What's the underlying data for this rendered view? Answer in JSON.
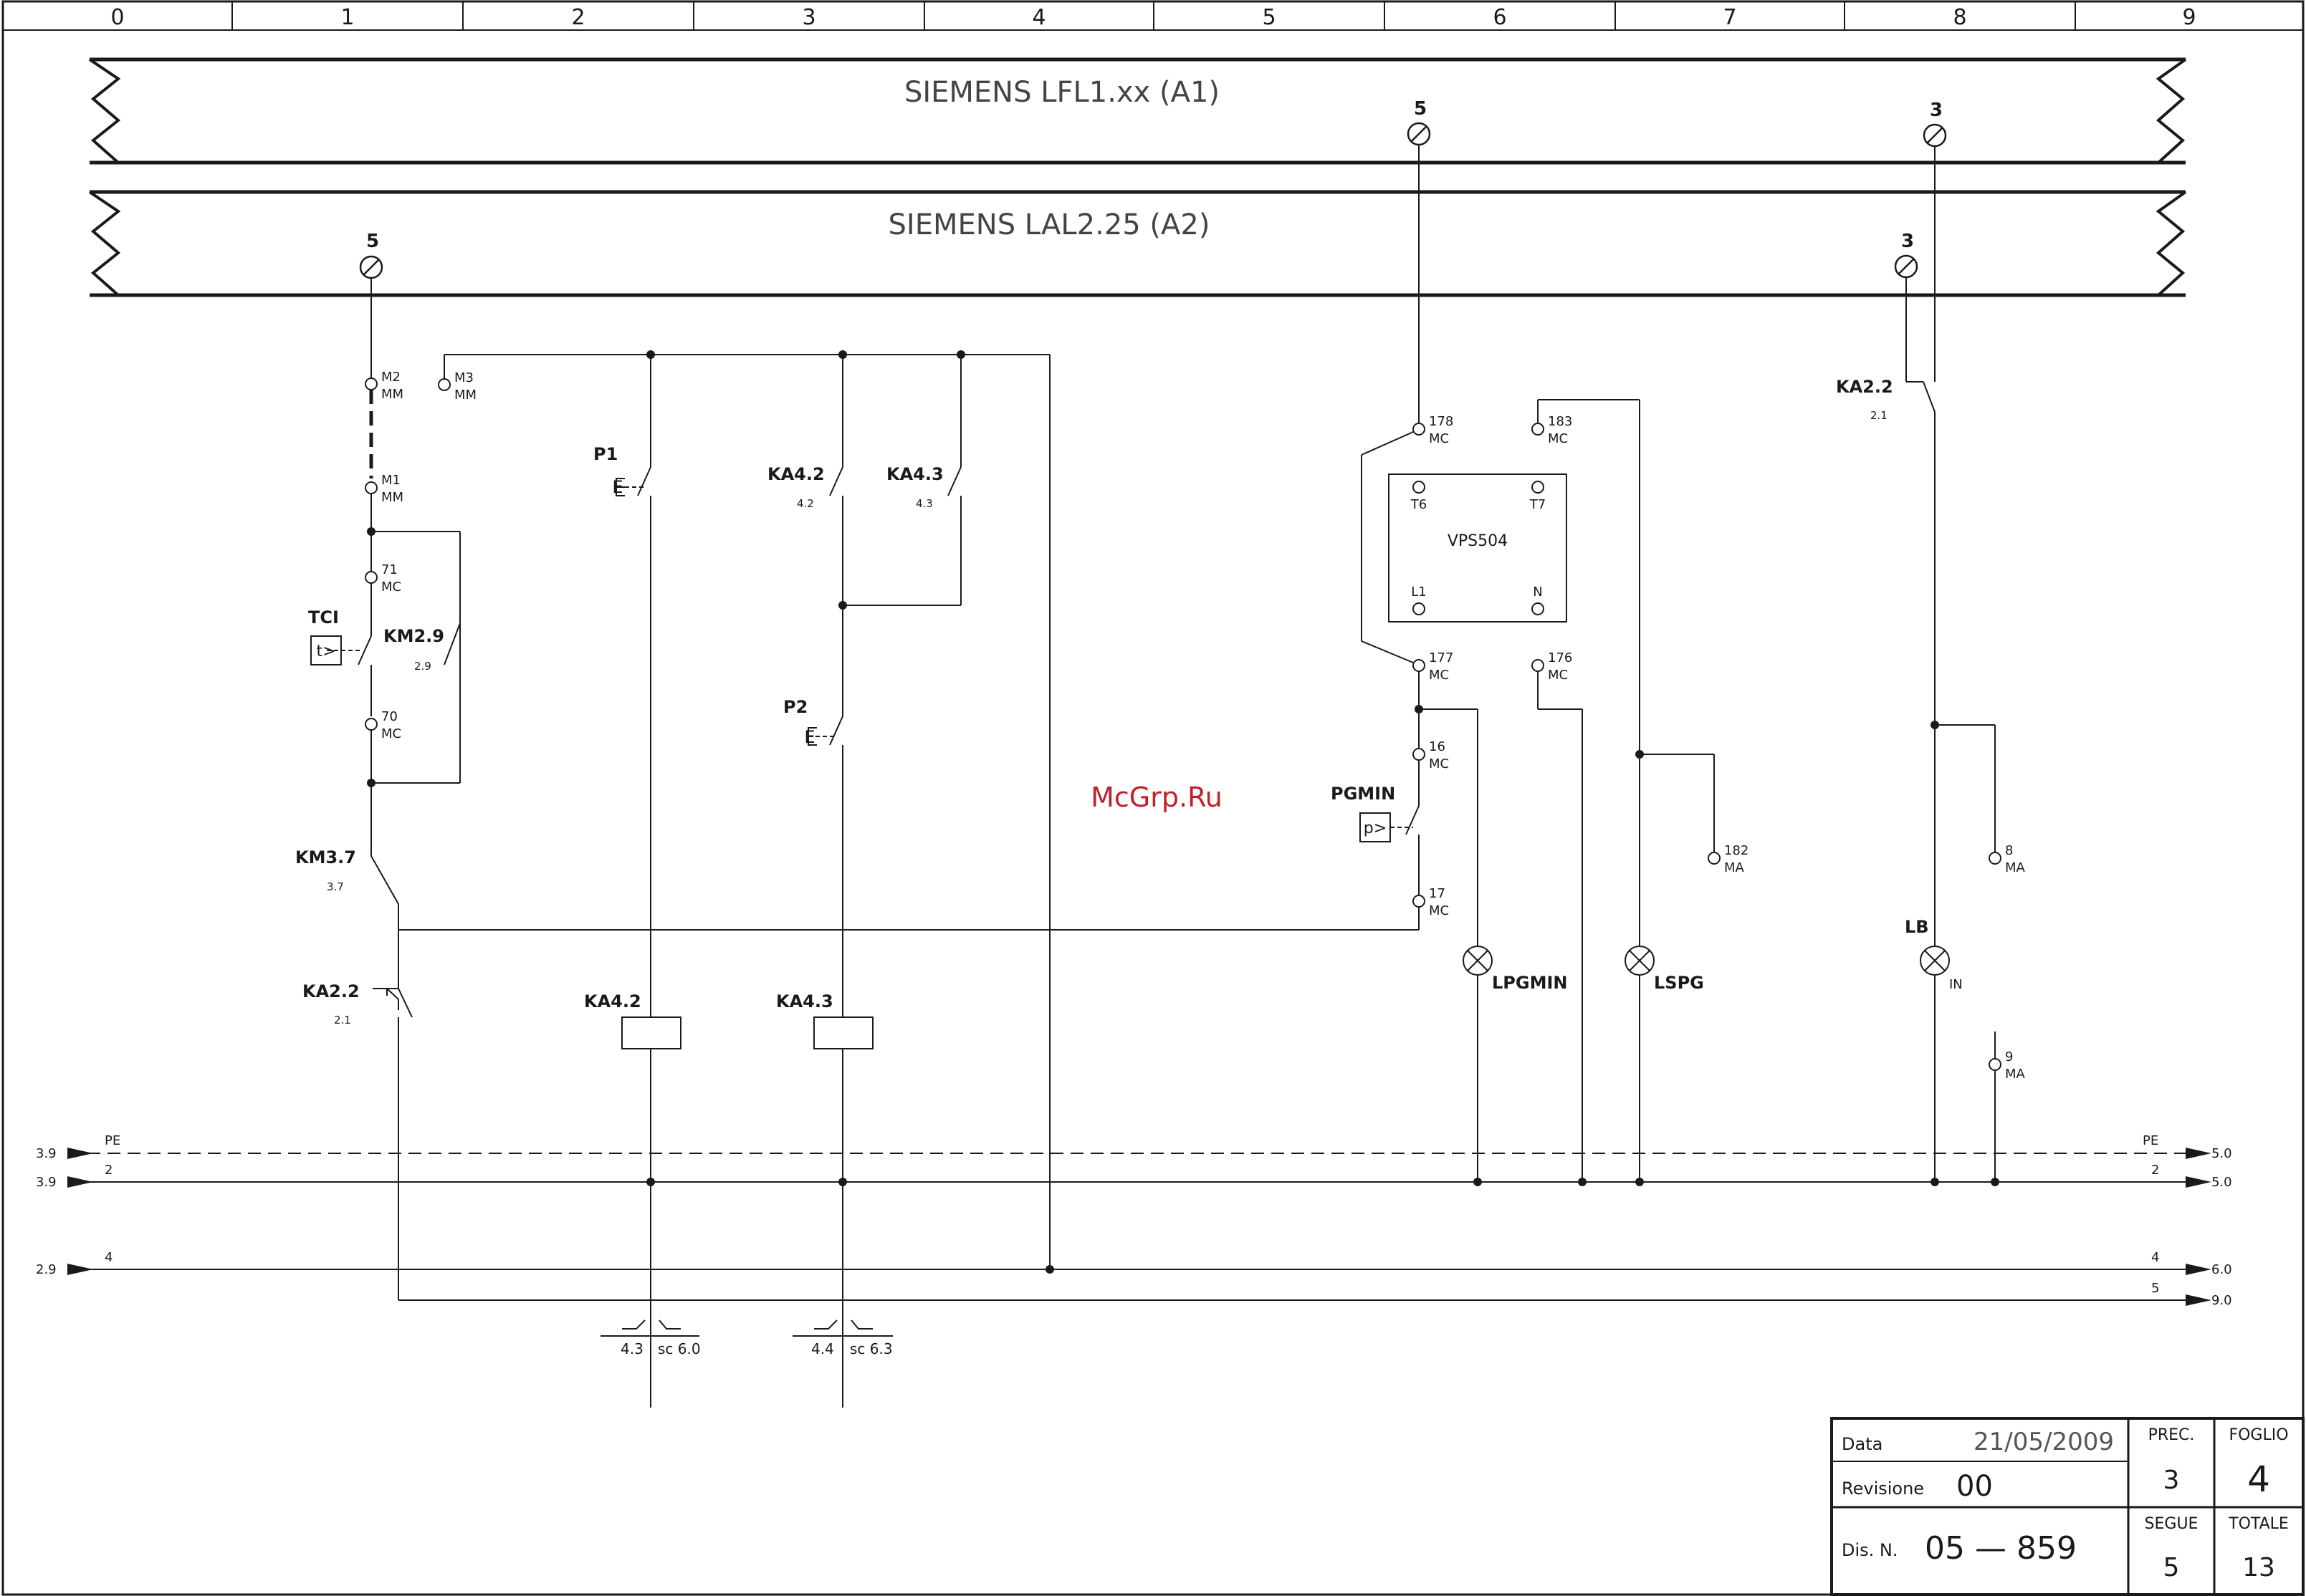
{
  "column_numbers": [
    "0",
    "1",
    "2",
    "3",
    "4",
    "5",
    "6",
    "7",
    "8",
    "9"
  ],
  "module_a1": {
    "title": "SIEMENS LFL1.xx (A1)",
    "terminal_5": "5",
    "terminal_3": "3"
  },
  "module_a2": {
    "title": "SIEMENS LAL2.25 (A2)",
    "terminal_5": "5",
    "terminal_3": "3"
  },
  "terminals": {
    "m2": {
      "num": "M2",
      "sub": "MM"
    },
    "m1": {
      "num": "M1",
      "sub": "MM"
    },
    "m3": {
      "num": "M3",
      "sub": "MM"
    },
    "t71": {
      "num": "71",
      "sub": "MC"
    },
    "t70": {
      "num": "70",
      "sub": "MC"
    },
    "t178": {
      "num": "178",
      "sub": "MC"
    },
    "t183": {
      "num": "183",
      "sub": "MC"
    },
    "t177": {
      "num": "177",
      "sub": "MC"
    },
    "t176": {
      "num": "176",
      "sub": "MC"
    },
    "t16": {
      "num": "16",
      "sub": "MC"
    },
    "t17": {
      "num": "17",
      "sub": "MC"
    },
    "t182": {
      "num": "182",
      "sub": "MA"
    },
    "t8": {
      "num": "8",
      "sub": "MA"
    },
    "t9": {
      "num": "9",
      "sub": "MA"
    }
  },
  "components": {
    "tci": {
      "label": "TCI",
      "symbol": "t>"
    },
    "km29": {
      "label": "KM2.9",
      "ref": "2.9"
    },
    "km37": {
      "label": "KM3.7",
      "ref": "3.7"
    },
    "ka22_left": {
      "label": "KA2.2",
      "ref": "2.1"
    },
    "ka22_right": {
      "label": "KA2.2",
      "ref": "2.1"
    },
    "p1": {
      "label": "P1",
      "symbol": "E"
    },
    "p2": {
      "label": "P2",
      "symbol": "E"
    },
    "ka42_contact": {
      "label": "KA4.2",
      "ref": "4.2"
    },
    "ka43_contact": {
      "label": "KA4.3",
      "ref": "4.3"
    },
    "ka42_coil": {
      "label": "KA4.2"
    },
    "ka43_coil": {
      "label": "KA4.3"
    },
    "pgmin": {
      "label": "PGMIN",
      "symbol": "p>"
    },
    "vps504": {
      "label": "VPS504",
      "t6": "T6",
      "t7": "T7",
      "l1": "L1",
      "n": "N"
    },
    "lpgmin": {
      "label": "LPGMIN"
    },
    "lspg": {
      "label": "LSPG"
    },
    "lb": {
      "label": "LB",
      "sub": "IN"
    }
  },
  "cross_refs": {
    "ka42": {
      "left": "4.3",
      "right": "sc 6.0"
    },
    "ka43": {
      "left": "4.4",
      "right": "sc 6.3"
    }
  },
  "buses": {
    "pe": {
      "from": "3.9",
      "label": "PE",
      "to": "5.0"
    },
    "l2": {
      "from": "3.9",
      "label": "2",
      "to": "5.0"
    },
    "l4": {
      "from": "2.9",
      "label": "4",
      "to": "6.0"
    },
    "l5": {
      "label": "5",
      "to": "9.0"
    }
  },
  "watermark": "McGrp.Ru",
  "title_block": {
    "data_label": "Data",
    "data_value": "21/05/2009",
    "revisione_label": "Revisione",
    "revisione_value": "00",
    "dis_label": "Dis. N.",
    "dis_value": "05 — 859",
    "prec_label": "PREC.",
    "prec_value": "3",
    "foglio_label": "FOGLIO",
    "foglio_value": "4",
    "segue_label": "SEGUE",
    "segue_value": "5",
    "totale_label": "TOTALE",
    "totale_value": "13"
  },
  "colors": {
    "ink": "#1a1a1a",
    "watermark": "#c0202a"
  }
}
